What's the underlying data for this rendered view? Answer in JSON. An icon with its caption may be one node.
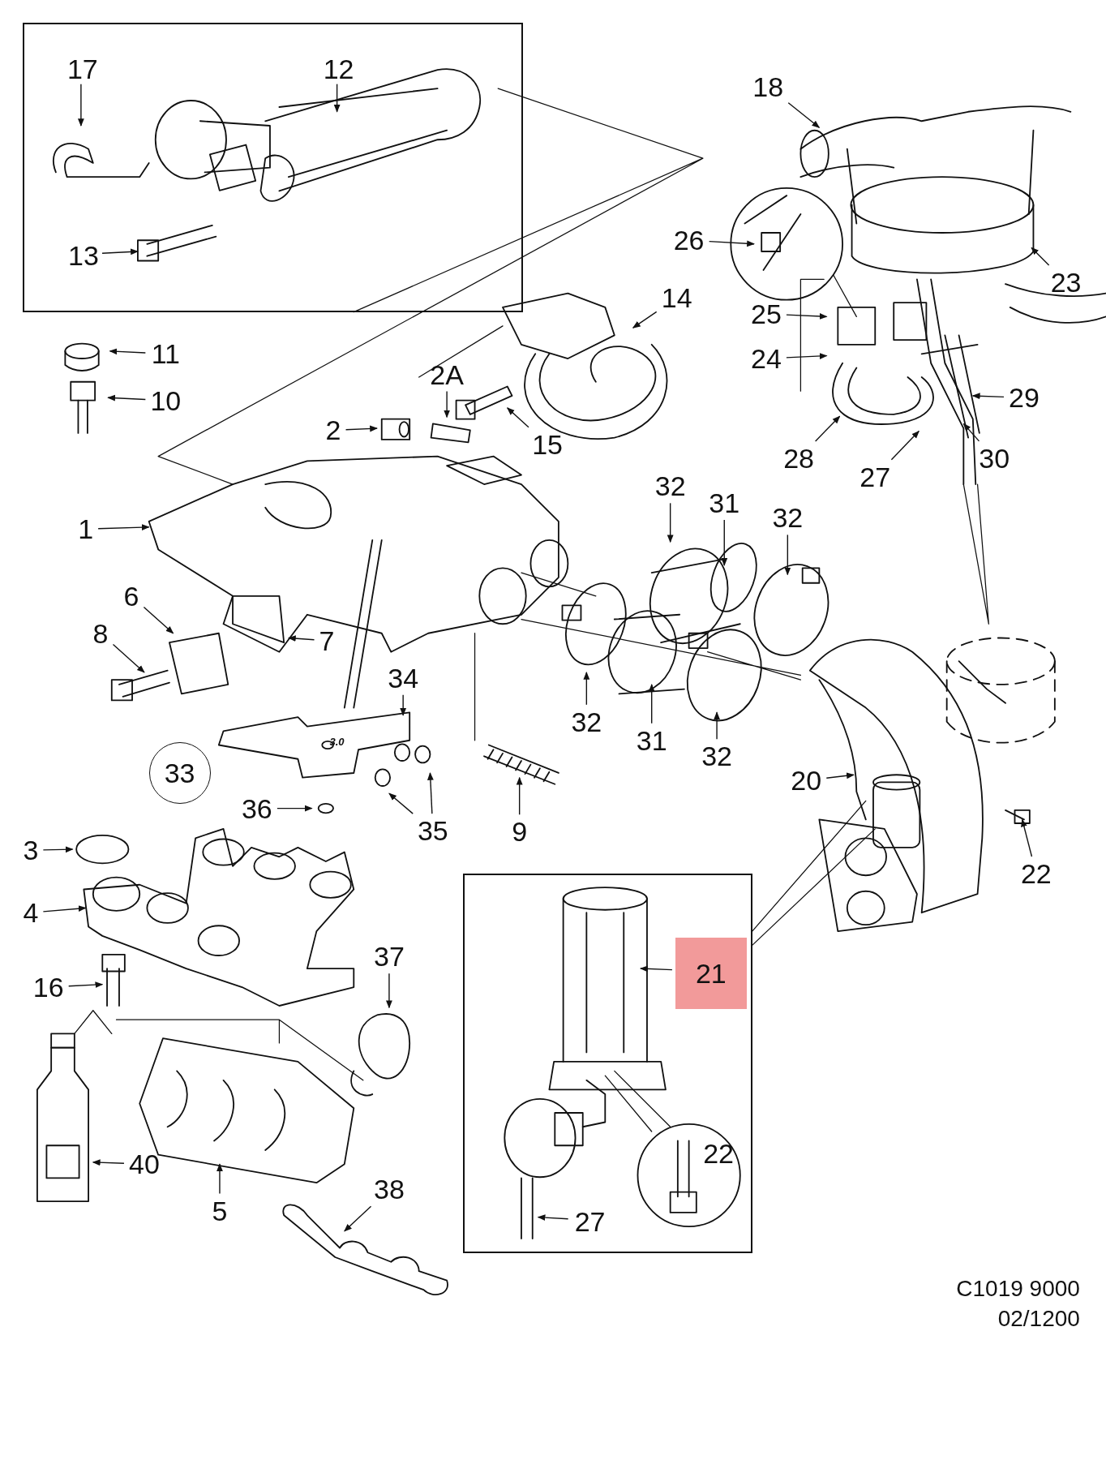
{
  "diagram": {
    "nodes": [
      {
        "text": [],
        "shape": "box"
      },
      {
        "text": [],
        "shape": "box"
      },
      {
        "text": [
          "17"
        ],
        "in": 0
      },
      {
        "text": [
          "12"
        ],
        "in": 0
      },
      {
        "text": [
          "13"
        ],
        "in": 0
      },
      {
        "text": [
          "11"
        ]
      },
      {
        "text": [
          "10"
        ]
      },
      {
        "text": [
          "14"
        ]
      },
      {
        "text": [
          "2A"
        ]
      },
      {
        "text": [
          "2"
        ]
      },
      {
        "text": [
          "15"
        ]
      },
      {
        "text": [
          "1"
        ]
      },
      {
        "text": [
          "6"
        ]
      },
      {
        "text": [
          "7"
        ]
      },
      {
        "text": [
          "8"
        ]
      },
      {
        "text": [
          "34"
        ]
      },
      {
        "text": [
          "32"
        ]
      },
      {
        "text": [
          "31"
        ]
      },
      {
        "text": [
          "32"
        ]
      },
      {
        "text": [
          "32"
        ]
      },
      {
        "text": [
          "31"
        ]
      },
      {
        "text": [
          "32"
        ]
      },
      {
        "text": [
          "33"
        ]
      },
      {
        "text": [
          "36"
        ]
      },
      {
        "text": [
          "35"
        ]
      },
      {
        "text": [
          "9"
        ]
      },
      {
        "text": [
          "3"
        ]
      },
      {
        "text": [
          "4"
        ]
      },
      {
        "text": [
          "16"
        ]
      },
      {
        "text": [
          "37"
        ]
      },
      {
        "text": [
          "40"
        ]
      },
      {
        "text": [
          "5"
        ]
      },
      {
        "text": [
          "38"
        ]
      },
      {
        "text": [
          "18"
        ]
      },
      {
        "text": [
          "26"
        ]
      },
      {
        "text": [
          "23"
        ]
      },
      {
        "text": [
          "25"
        ]
      },
      {
        "text": [
          "24"
        ]
      },
      {
        "text": [
          "29"
        ]
      },
      {
        "text": [
          "28"
        ]
      },
      {
        "text": [
          "30"
        ]
      },
      {
        "text": [
          "27"
        ]
      },
      {
        "text": [
          "20"
        ]
      },
      {
        "text": [
          "22"
        ]
      },
      {
        "text": [
          "21"
        ],
        "in": 1
      },
      {
        "text": [
          "22"
        ],
        "in": 1
      },
      {
        "text": [
          "27"
        ],
        "in": 1
      }
    ],
    "edges": [
      {
        "from": 2,
        "to": null,
        "arrow": "to"
      },
      {
        "from": 3,
        "to": null,
        "arrow": "to"
      },
      {
        "from": 4,
        "to": null,
        "arrow": "to"
      },
      {
        "from": 5,
        "to": null,
        "arrow": "to"
      },
      {
        "from": 6,
        "to": null,
        "arrow": "to"
      },
      {
        "from": 7,
        "to": null,
        "arrow": "to"
      },
      {
        "from": 8,
        "to": null,
        "arrow": "to"
      },
      {
        "from": 9,
        "to": null,
        "arrow": "to"
      },
      {
        "from": 10,
        "to": null,
        "arrow": "to"
      },
      {
        "from": 11,
        "to": null,
        "arrow": "to"
      },
      {
        "from": 12,
        "to": null,
        "arrow": "to"
      },
      {
        "from": 13,
        "to": null,
        "arrow": "to"
      },
      {
        "from": 14,
        "to": null,
        "arrow": "to"
      },
      {
        "from": 15,
        "to": null,
        "arrow": "to"
      },
      {
        "from": 16,
        "to": null,
        "arrow": "to"
      },
      {
        "from": 17,
        "to": null,
        "arrow": "to"
      },
      {
        "from": 18,
        "to": null,
        "arrow": "to"
      },
      {
        "from": 19,
        "to": null,
        "arrow": "to"
      },
      {
        "from": 20,
        "to": null,
        "arrow": "to"
      },
      {
        "from": 21,
        "to": null,
        "arrow": "to"
      },
      {
        "from": 23,
        "to": null,
        "arrow": "to"
      },
      {
        "from": 24,
        "to": null,
        "arrow": "to"
      },
      {
        "from": 24,
        "to": null,
        "arrow": "to"
      },
      {
        "from": 25,
        "to": null,
        "arrow": "to"
      },
      {
        "from": 26,
        "to": null,
        "arrow": "to"
      },
      {
        "from": 27,
        "to": null,
        "arrow": "to"
      },
      {
        "from": 28,
        "to": null,
        "arrow": "to"
      },
      {
        "from": 29,
        "to": null,
        "arrow": "to"
      },
      {
        "from": 30,
        "to": null,
        "arrow": "to"
      },
      {
        "from": 31,
        "to": null,
        "arrow": "to"
      },
      {
        "from": 32,
        "to": null,
        "arrow": "to"
      },
      {
        "from": 33,
        "to": null,
        "arrow": "to"
      },
      {
        "from": 34,
        "to": null,
        "arrow": "to"
      },
      {
        "from": 35,
        "to": null,
        "arrow": "to"
      },
      {
        "from": 36,
        "to": null,
        "arrow": "to"
      },
      {
        "from": 37,
        "to": null,
        "arrow": "to"
      },
      {
        "from": 38,
        "to": null,
        "arrow": "to"
      },
      {
        "from": 39,
        "to": null,
        "arrow": "to"
      },
      {
        "from": 40,
        "to": null,
        "arrow": "to"
      },
      {
        "from": 41,
        "to": null,
        "arrow": "to"
      },
      {
        "from": 42,
        "to": null,
        "arrow": "to"
      },
      {
        "from": 43,
        "to": null,
        "arrow": "to"
      },
      {
        "from": 44,
        "to": null,
        "arrow": "to"
      },
      {
        "from": 46,
        "to": null,
        "arrow": "to"
      }
    ],
    "labels": [
      "3.0",
      "C1019 9000",
      "02/1200"
    ]
  }
}
